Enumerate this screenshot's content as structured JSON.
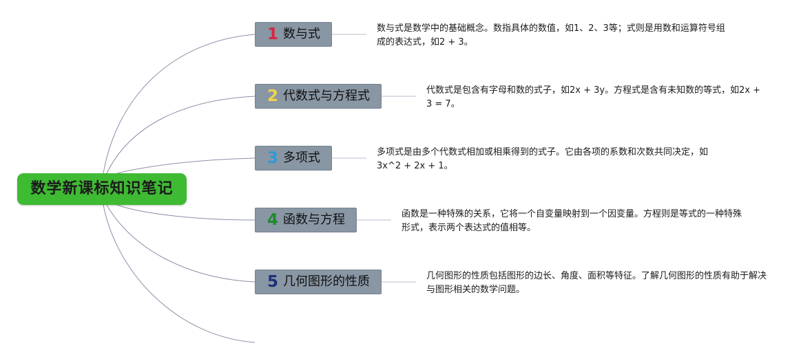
{
  "root": {
    "title": "数学新课标知识笔记",
    "color": "#3fba33"
  },
  "topics": [
    {
      "number": "1",
      "number_color": "#d8263f",
      "label": "数与式",
      "note": "数与式是数学中的基础概念。数指具体的数值，如1、2、3等；式则是用数和运算符号组成的表达式，如2 + 3。"
    },
    {
      "number": "2",
      "number_color": "#f3d34a",
      "label": "代数式与方程式",
      "note": "代数式是包含有字母和数的式子，如2x + 3y。方程式是含有未知数的等式，如2x + 3 = 7。"
    },
    {
      "number": "3",
      "number_color": "#2f9ad9",
      "label": "多项式",
      "note": "多项式是由多个代数式相加或相乘得到的式子。它由各项的系数和次数共同决定，如3x^2 + 2x + 1。"
    },
    {
      "number": "4",
      "number_color": "#1e8a2e",
      "label": "函数与方程",
      "note": "函数是一种特殊的关系，它将一个自变量映射到一个因变量。方程则是等式的一种特殊形式，表示两个表达式的值相等。"
    },
    {
      "number": "5",
      "number_color": "#1f2f7a",
      "label": "几何图形的性质",
      "note": "几何图形的性质包括图形的边长、角度、面积等特征。了解几何图形的性质有助于解决与图形相关的数学问题。"
    }
  ]
}
